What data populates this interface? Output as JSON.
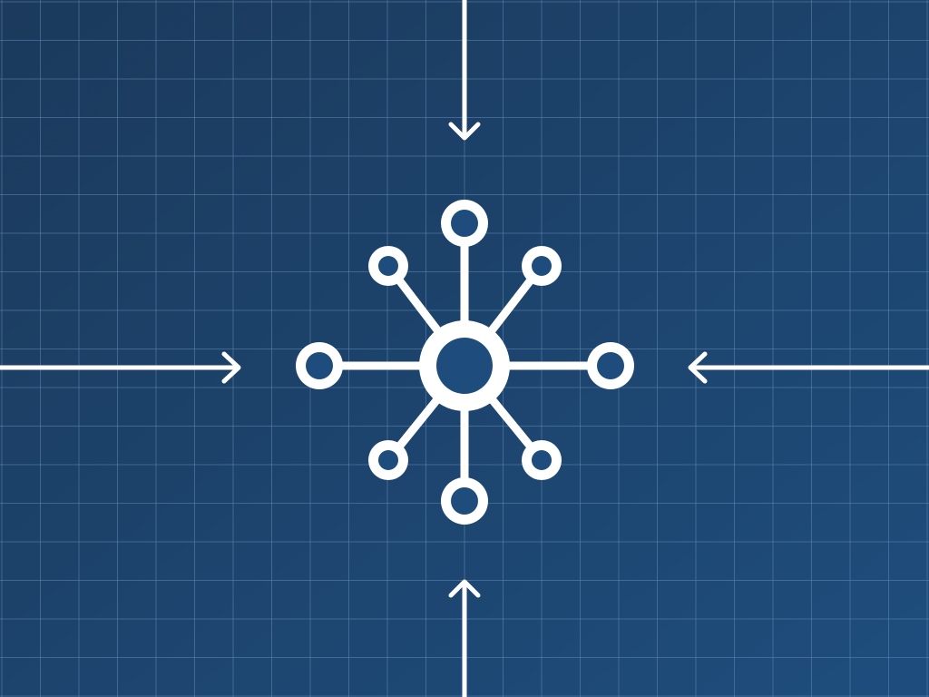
{
  "colors": {
    "background_start": "#1b3a5c",
    "background_end": "#1e4d7d",
    "grid_line": "#5f86b0",
    "foreground": "#ffffff"
  },
  "icons": {
    "hub": "network-hub-icon",
    "satellite_nodes": "network-node-icon",
    "inbound_arrows": "arrow-icon"
  },
  "diagram": {
    "satellite_node_count": 8,
    "inbound_arrow_directions": [
      "down",
      "right",
      "left",
      "up"
    ]
  }
}
